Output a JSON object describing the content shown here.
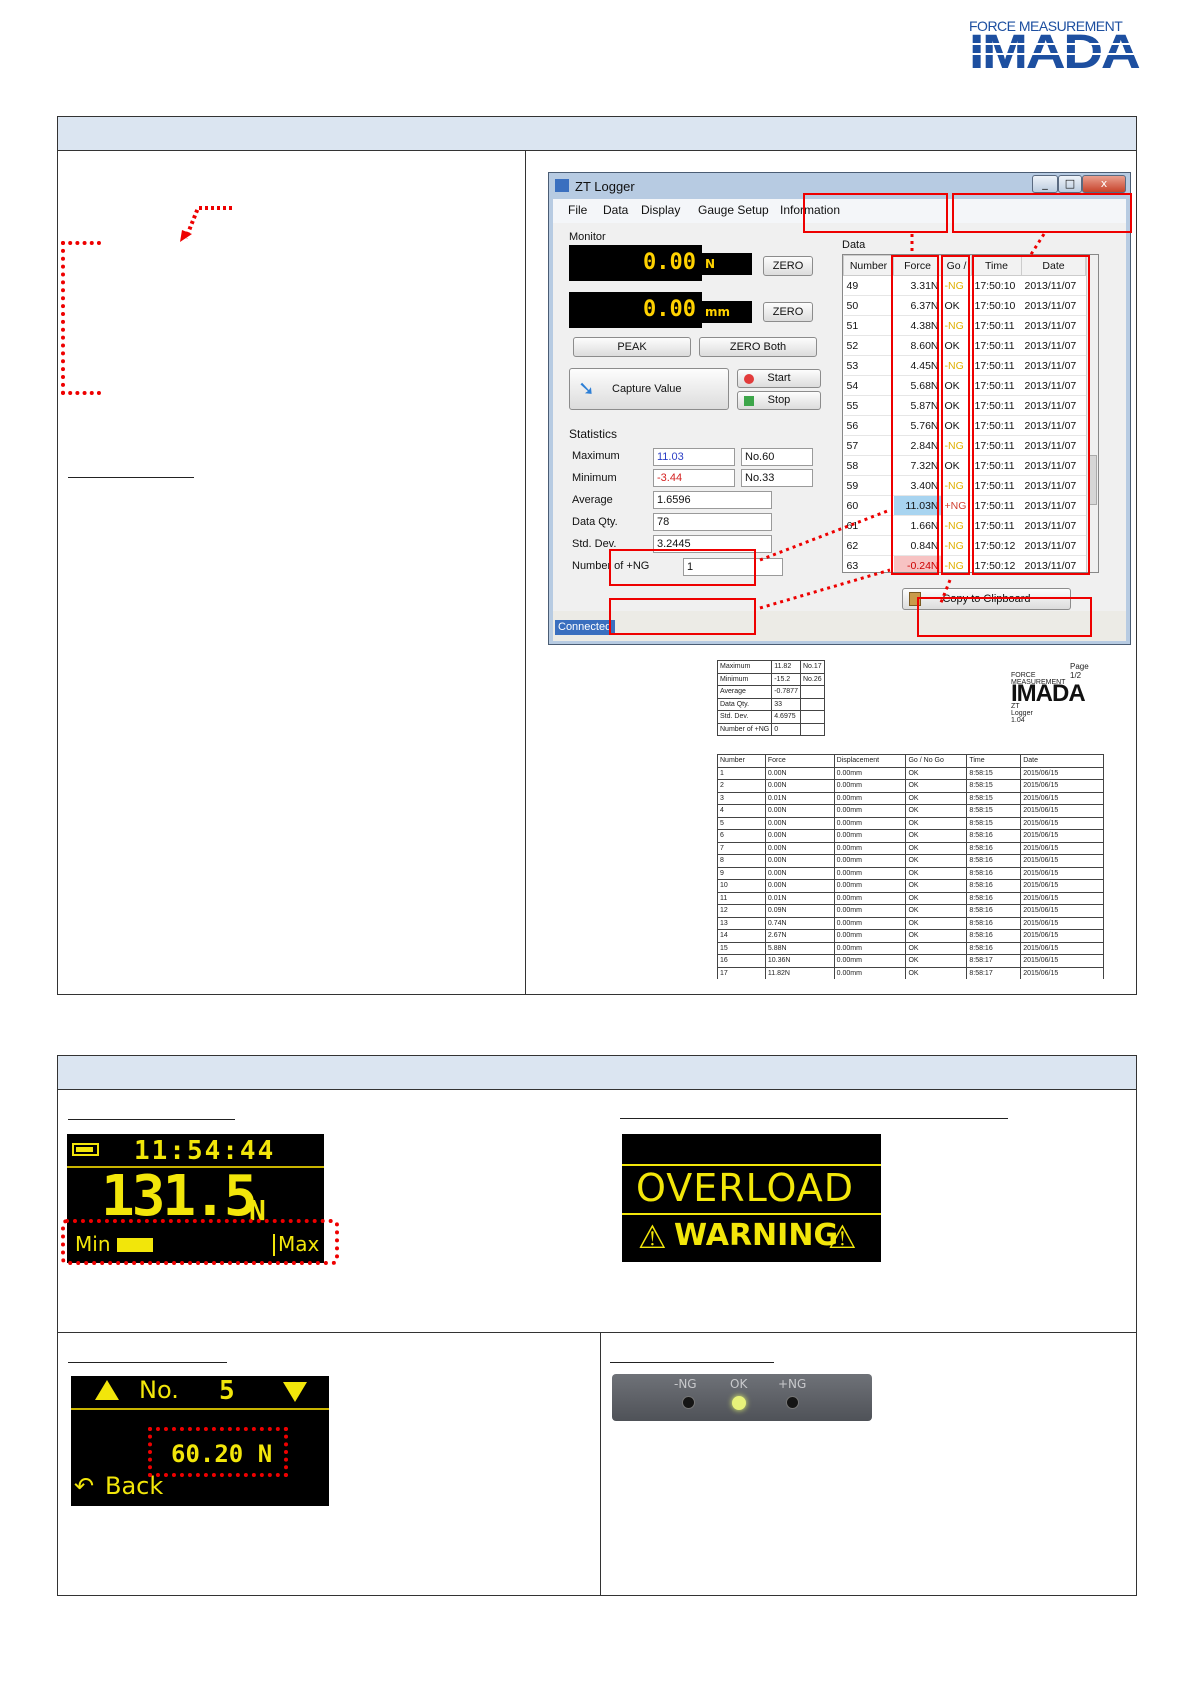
{
  "logo": {
    "tagline": "FORCE MEASUREMENT",
    "brand": "IMADA"
  },
  "zt_logger": {
    "title": "ZT Logger",
    "window_buttons": [
      "_",
      "□",
      "x"
    ],
    "menu": [
      "File",
      "Data",
      "Display",
      "Gauge Setup",
      "Information"
    ],
    "monitor_label": "Monitor",
    "force_display": {
      "value": "0.00",
      "unit": "N"
    },
    "disp_display": {
      "value": "0.00",
      "unit": "mm"
    },
    "zero_label": "ZERO",
    "peak_label": "PEAK",
    "zero_both_label": "ZERO Both",
    "capture_label": "Capture Value",
    "start_label": "Start",
    "stop_label": "Stop",
    "statistics_label": "Statistics",
    "stats": [
      {
        "label": "Maximum",
        "value": "11.03",
        "no": "No.60"
      },
      {
        "label": "Minimum",
        "value": "-3.44",
        "no": "No.33"
      },
      {
        "label": "Average",
        "value": "1.6596"
      },
      {
        "label": "Data Qty.",
        "value": "78"
      },
      {
        "label": "Std. Dev.",
        "value": "3.2445"
      },
      {
        "label": "Number of +NG",
        "value": "1"
      }
    ],
    "data_label": "Data",
    "columns": [
      "Number",
      "Force",
      "Go /",
      "Time",
      "Date"
    ],
    "rows": [
      [
        "49",
        "3.31N",
        "-NG",
        "17:50:10",
        "2013/11/07"
      ],
      [
        "50",
        "6.37N",
        "OK",
        "17:50:10",
        "2013/11/07"
      ],
      [
        "51",
        "4.38N",
        "-NG",
        "17:50:11",
        "2013/11/07"
      ],
      [
        "52",
        "8.60N",
        "OK",
        "17:50:11",
        "2013/11/07"
      ],
      [
        "53",
        "4.45N",
        "-NG",
        "17:50:11",
        "2013/11/07"
      ],
      [
        "54",
        "5.68N",
        "OK",
        "17:50:11",
        "2013/11/07"
      ],
      [
        "55",
        "5.87N",
        "OK",
        "17:50:11",
        "2013/11/07"
      ],
      [
        "56",
        "5.76N",
        "OK",
        "17:50:11",
        "2013/11/07"
      ],
      [
        "57",
        "2.84N",
        "-NG",
        "17:50:11",
        "2013/11/07"
      ],
      [
        "58",
        "7.32N",
        "OK",
        "17:50:11",
        "2013/11/07"
      ],
      [
        "59",
        "3.40N",
        "-NG",
        "17:50:11",
        "2013/11/07"
      ],
      [
        "60",
        "11.03N",
        "+NG",
        "17:50:11",
        "2013/11/07"
      ],
      [
        "61",
        "1.66N",
        "-NG",
        "17:50:11",
        "2013/11/07"
      ],
      [
        "62",
        "0.84N",
        "-NG",
        "17:50:12",
        "2013/11/07"
      ],
      [
        "63",
        "-0.24N",
        "-NG",
        "17:50:12",
        "2013/11/07"
      ]
    ],
    "copy_label": "Copy to Clipboard",
    "status": "Connected"
  },
  "report": {
    "page": "Page 1/2",
    "tagline": "FORCE MEASUREMENT",
    "brand": "IMADA",
    "version": "ZT Logger 1.04",
    "stats": [
      [
        "Maximum",
        "11.82",
        "No.17"
      ],
      [
        "Minimum",
        "-15.2",
        "No.26"
      ],
      [
        "Average",
        "-0.7877",
        ""
      ],
      [
        "Data Qty.",
        "33",
        ""
      ],
      [
        "Std. Dev.",
        "4.6975",
        ""
      ],
      [
        "Number of +NG",
        "0",
        ""
      ]
    ],
    "columns": [
      "Number",
      "Force",
      "Displacement",
      "Go / No Go",
      "Time",
      "Date"
    ],
    "rows": [
      [
        "1",
        "0.00N",
        "0.00mm",
        "OK",
        "8:58:15",
        "2015/06/15"
      ],
      [
        "2",
        "0.00N",
        "0.00mm",
        "OK",
        "8:58:15",
        "2015/06/15"
      ],
      [
        "3",
        "0.01N",
        "0.00mm",
        "OK",
        "8:58:15",
        "2015/06/15"
      ],
      [
        "4",
        "0.00N",
        "0.00mm",
        "OK",
        "8:58:15",
        "2015/06/15"
      ],
      [
        "5",
        "0.00N",
        "0.00mm",
        "OK",
        "8:58:15",
        "2015/06/15"
      ],
      [
        "6",
        "0.00N",
        "0.00mm",
        "OK",
        "8:58:16",
        "2015/06/15"
      ],
      [
        "7",
        "0.00N",
        "0.00mm",
        "OK",
        "8:58:16",
        "2015/06/15"
      ],
      [
        "8",
        "0.00N",
        "0.00mm",
        "OK",
        "8:58:16",
        "2015/06/15"
      ],
      [
        "9",
        "0.00N",
        "0.00mm",
        "OK",
        "8:58:16",
        "2015/06/15"
      ],
      [
        "10",
        "0.00N",
        "0.00mm",
        "OK",
        "8:58:16",
        "2015/06/15"
      ],
      [
        "11",
        "0.01N",
        "0.00mm",
        "OK",
        "8:58:16",
        "2015/06/15"
      ],
      [
        "12",
        "0.09N",
        "0.00mm",
        "OK",
        "8:58:16",
        "2015/06/15"
      ],
      [
        "13",
        "0.74N",
        "0.00mm",
        "OK",
        "8:58:16",
        "2015/06/15"
      ],
      [
        "14",
        "2.67N",
        "0.00mm",
        "OK",
        "8:58:16",
        "2015/06/15"
      ],
      [
        "15",
        "5.88N",
        "0.00mm",
        "OK",
        "8:58:16",
        "2015/06/15"
      ],
      [
        "16",
        "10.36N",
        "0.00mm",
        "OK",
        "8:58:17",
        "2015/06/15"
      ],
      [
        "17",
        "11.82N",
        "0.00mm",
        "OK",
        "8:58:17",
        "2015/06/15"
      ]
    ]
  },
  "gauge_main": {
    "time": "11:54:44",
    "value": "131.5",
    "unit": "N",
    "min_label": "Min",
    "max_label": "Max",
    "bar_level": 0.2
  },
  "overload": {
    "line1": "OVERLOAD",
    "line2": "WARNING"
  },
  "memory_screen": {
    "no_label": "No.",
    "no_value": "5",
    "value": "60.20 N",
    "back_label": "Back"
  },
  "indicator": {
    "labels": [
      "-NG",
      "OK",
      "+NG"
    ],
    "lit": "OK"
  },
  "colors": {
    "accent_red": "#e00000",
    "lcd_yellow": "#ffd200",
    "header_blue": "#dbe5f1",
    "brand_blue": "#1d4fa0"
  }
}
